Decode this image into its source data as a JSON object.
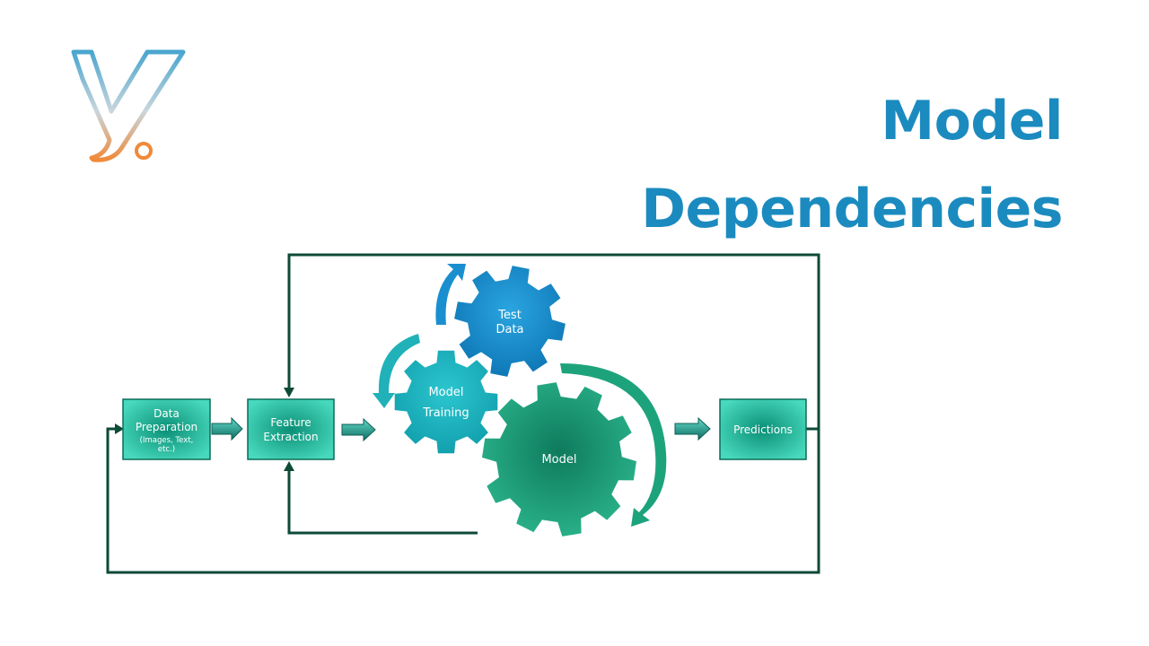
{
  "title": {
    "line1": "Model",
    "line2": "Dependencies"
  },
  "colors": {
    "title": "#1b8bbf",
    "line": "#0e4a38",
    "box_fill_light": "#5ee3c8",
    "box_fill_dark": "#0fa98c",
    "gear_test_data": "#1a92d2",
    "gear_model_training": "#20b6c4",
    "gear_model": "#1c9a78",
    "arc_blue": "#1a8fd0",
    "arc_teal": "#20b2b8",
    "arc_green": "#1da37c",
    "logo_blue": "#4aa6cf",
    "logo_orange": "#ef8a3a"
  },
  "diagram": {
    "boxes": {
      "data_preparation": {
        "line1": "Data",
        "line2": "Preparation",
        "sub1": "(Images, Text,",
        "sub2": "etc.)"
      },
      "feature_extraction": {
        "line1": "Feature",
        "line2": "Extraction"
      },
      "predictions": {
        "label": "Predictions"
      }
    },
    "gears": {
      "test_data": {
        "line1": "Test",
        "line2": "Data"
      },
      "model_training": {
        "line1": "Model",
        "line2": "Training"
      },
      "model": {
        "label": "Model"
      }
    }
  },
  "logo": {
    "icon": "logo-icon"
  }
}
